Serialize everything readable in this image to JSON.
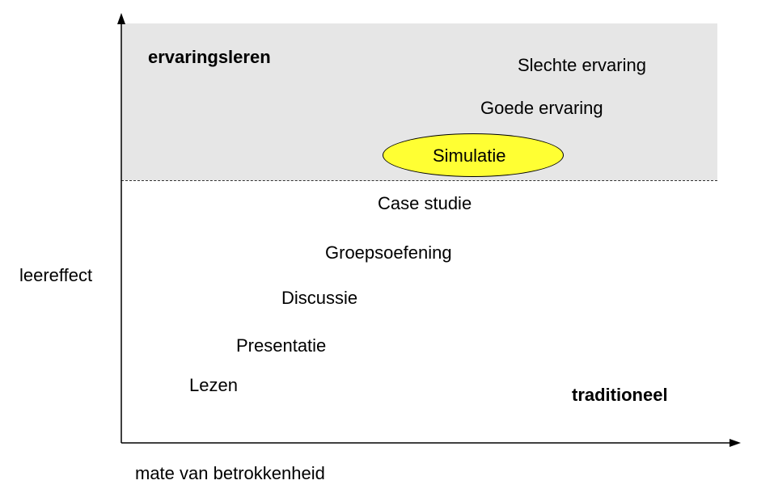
{
  "zones": {
    "top_label": "ervaringsleren",
    "bottom_label": "traditioneel"
  },
  "axes": {
    "y_label": "leereffect",
    "x_label": "mate van betrokkenheid"
  },
  "items": [
    "Slechte ervaring",
    "Goede ervaring",
    "Simulatie",
    "Case studie",
    "Groepsoefening",
    "Discussie",
    "Presentatie",
    "Lezen"
  ],
  "colors": {
    "zone": "#e6e6e6",
    "highlight": "#ffff33"
  }
}
